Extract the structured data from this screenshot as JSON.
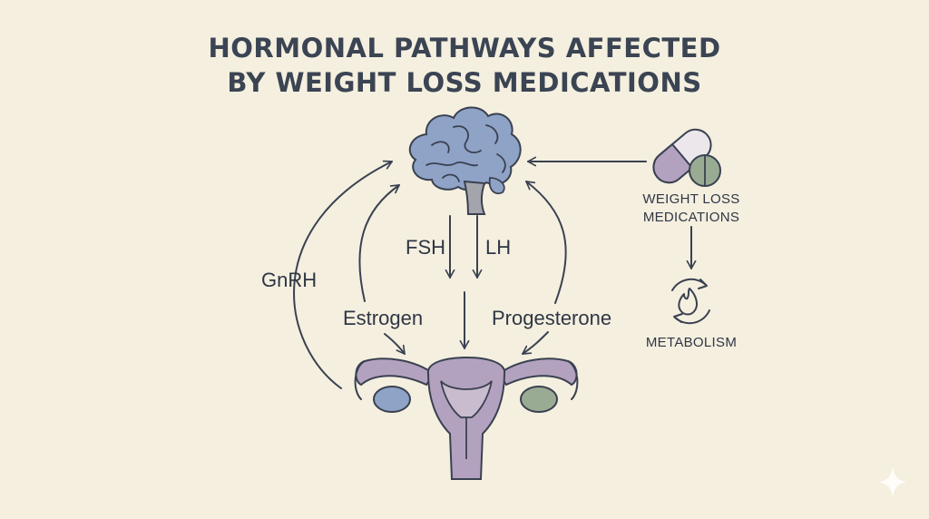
{
  "title": {
    "line1": "HORMONAL PATHWAYS AFFECTED",
    "line2": "BY WEIGHT LOSS MEDICATIONS"
  },
  "labels": {
    "gnrh": "GnRH",
    "estrogen": "Estrogen",
    "fsh": "FSH",
    "lh": "LH",
    "progesterone": "Progesterone",
    "medications_line1": "WEIGHT LOSS",
    "medications_line2": "MEDICATIONS",
    "metabolism": "METABOLISM"
  },
  "icons": {
    "brain": "brain-icon",
    "uterus": "uterus-ovaries-icon",
    "medication": "pill-capsule-icon",
    "metabolism": "flame-cycle-icon",
    "watermark": "sparkle-icon"
  },
  "colors": {
    "background": "#f4efdf",
    "brain": "#8fa3c7",
    "uterus": "#b3a2bf",
    "ovary_left": "#8fa3c7",
    "ovary_right": "#9aab94",
    "capsule_top": "#ebe7ea",
    "capsule_bottom": "#b3a2bf",
    "tablet": "#9aab94",
    "line": "#3a4150"
  }
}
